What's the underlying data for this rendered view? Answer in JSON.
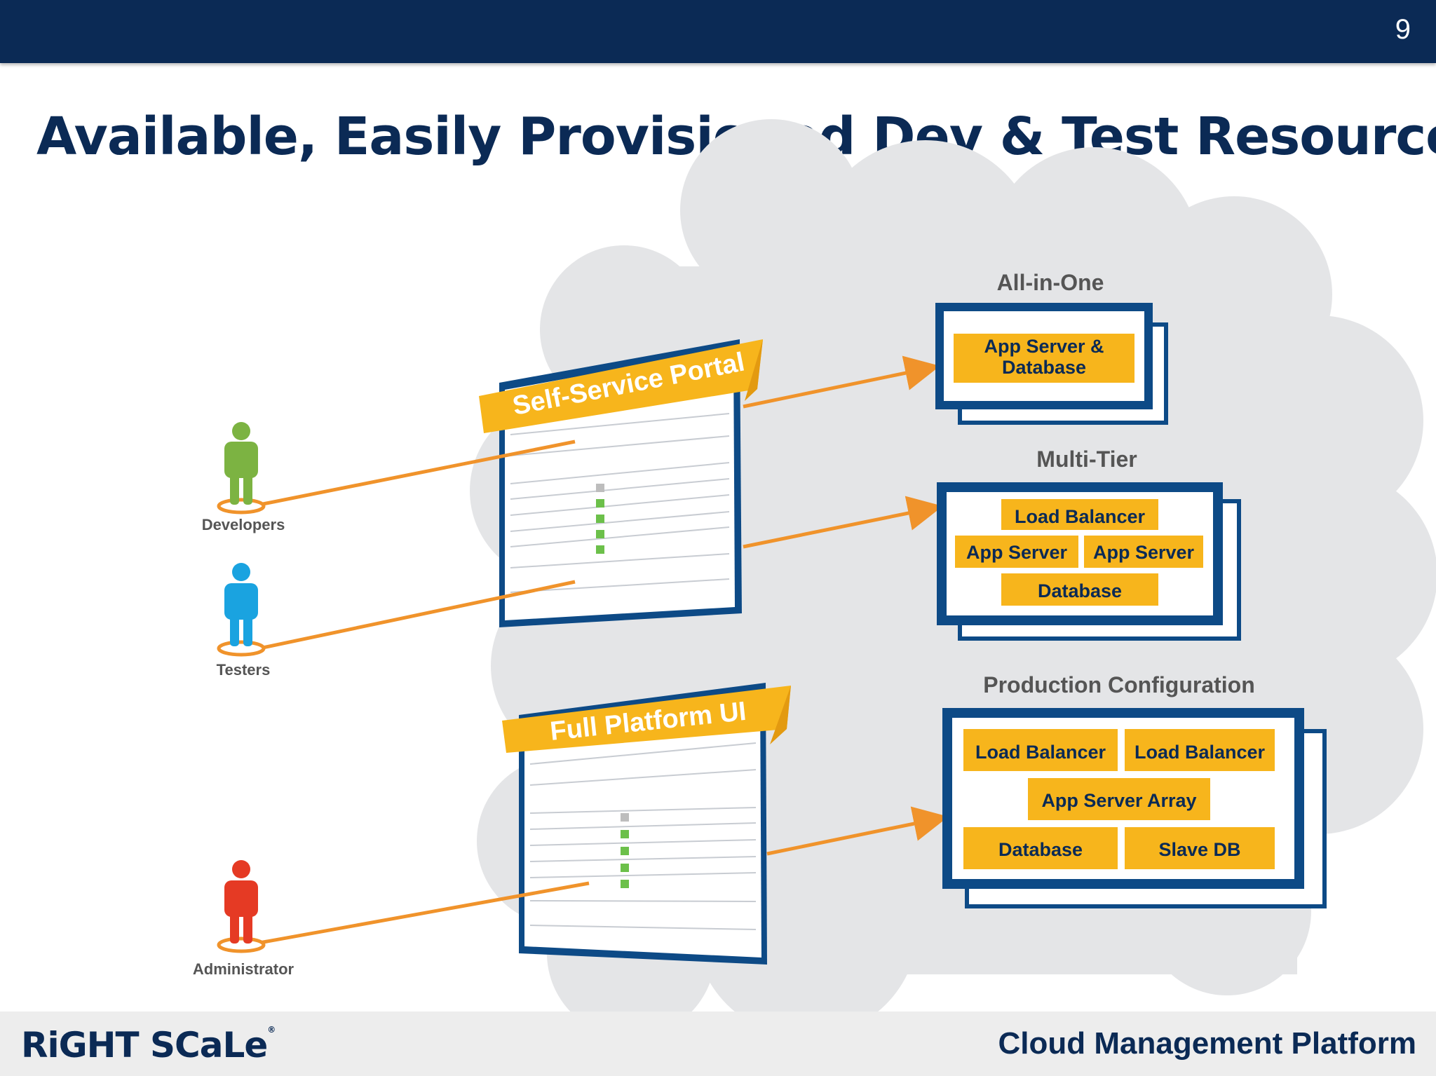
{
  "slide": {
    "number": "9",
    "title": "Available, Easily Provisioned Dev & Test Resources"
  },
  "users": {
    "developers": "Developers",
    "testers": "Testers",
    "administrator": "Administrator"
  },
  "portals": {
    "self_service": "Self-Service Portal",
    "full_platform": "Full Platform UI"
  },
  "configs": {
    "all_in_one": {
      "title": "All-in-One",
      "boxes": [
        "App Server &",
        "Database"
      ]
    },
    "multi_tier": {
      "title": "Multi-Tier",
      "boxes": [
        "Load Balancer",
        "App Server",
        "App Server",
        "Database"
      ]
    },
    "production": {
      "title": "Production Configuration",
      "boxes": [
        "Load Balancer",
        "Load Balancer",
        "App Server Array",
        "Database",
        "Slave DB"
      ]
    }
  },
  "footer": {
    "logo": "RiGHT SCaLe",
    "logo_mark": "®",
    "tagline": "Cloud Management Platform"
  },
  "colors": {
    "navy": "#0b2a55",
    "frame_blue": "#0d4a86",
    "gold": "#f7b51c",
    "arrow_orange": "#f0932b",
    "developer_green": "#7cb342",
    "tester_blue": "#1aa3e0",
    "admin_red": "#e53a24",
    "cloud_gray": "#e4e5e7"
  },
  "icons": [
    "person-icon",
    "cloud-shape",
    "arrow-icon"
  ]
}
